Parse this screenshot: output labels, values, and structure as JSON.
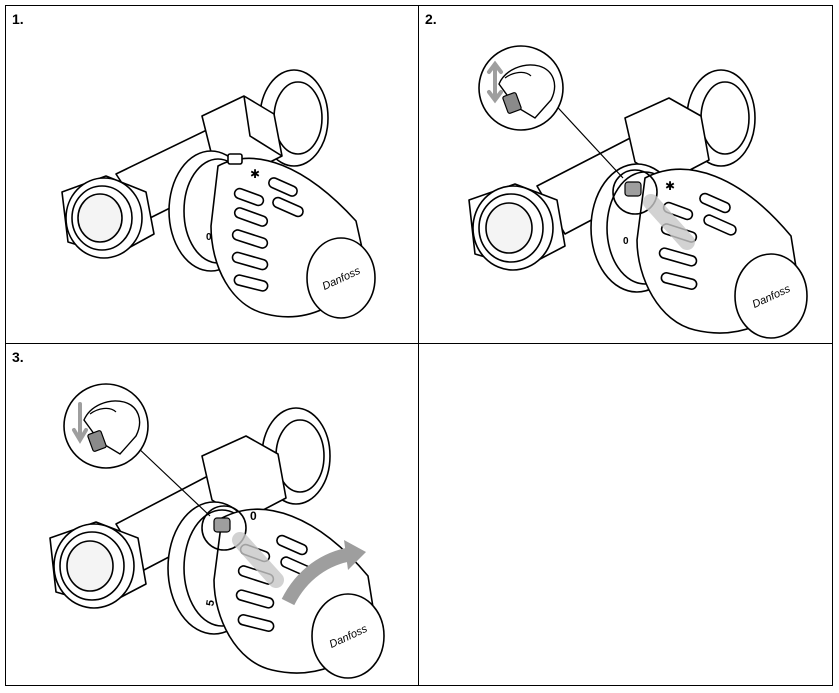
{
  "steps": [
    {
      "number": "1.",
      "dial_marks": {
        "frost": "✱",
        "zero": "0"
      }
    },
    {
      "number": "2.",
      "dial_marks": {
        "frost": "✱",
        "zero": "0"
      }
    },
    {
      "number": "3.",
      "dial_marks": {
        "zero": "0",
        "five": "5"
      }
    },
    {
      "number": ""
    }
  ],
  "brand": "Danfoss",
  "colors": {
    "line": "#000000",
    "highlight": "#b5b5b5",
    "arrow": "#9e9e9e"
  }
}
